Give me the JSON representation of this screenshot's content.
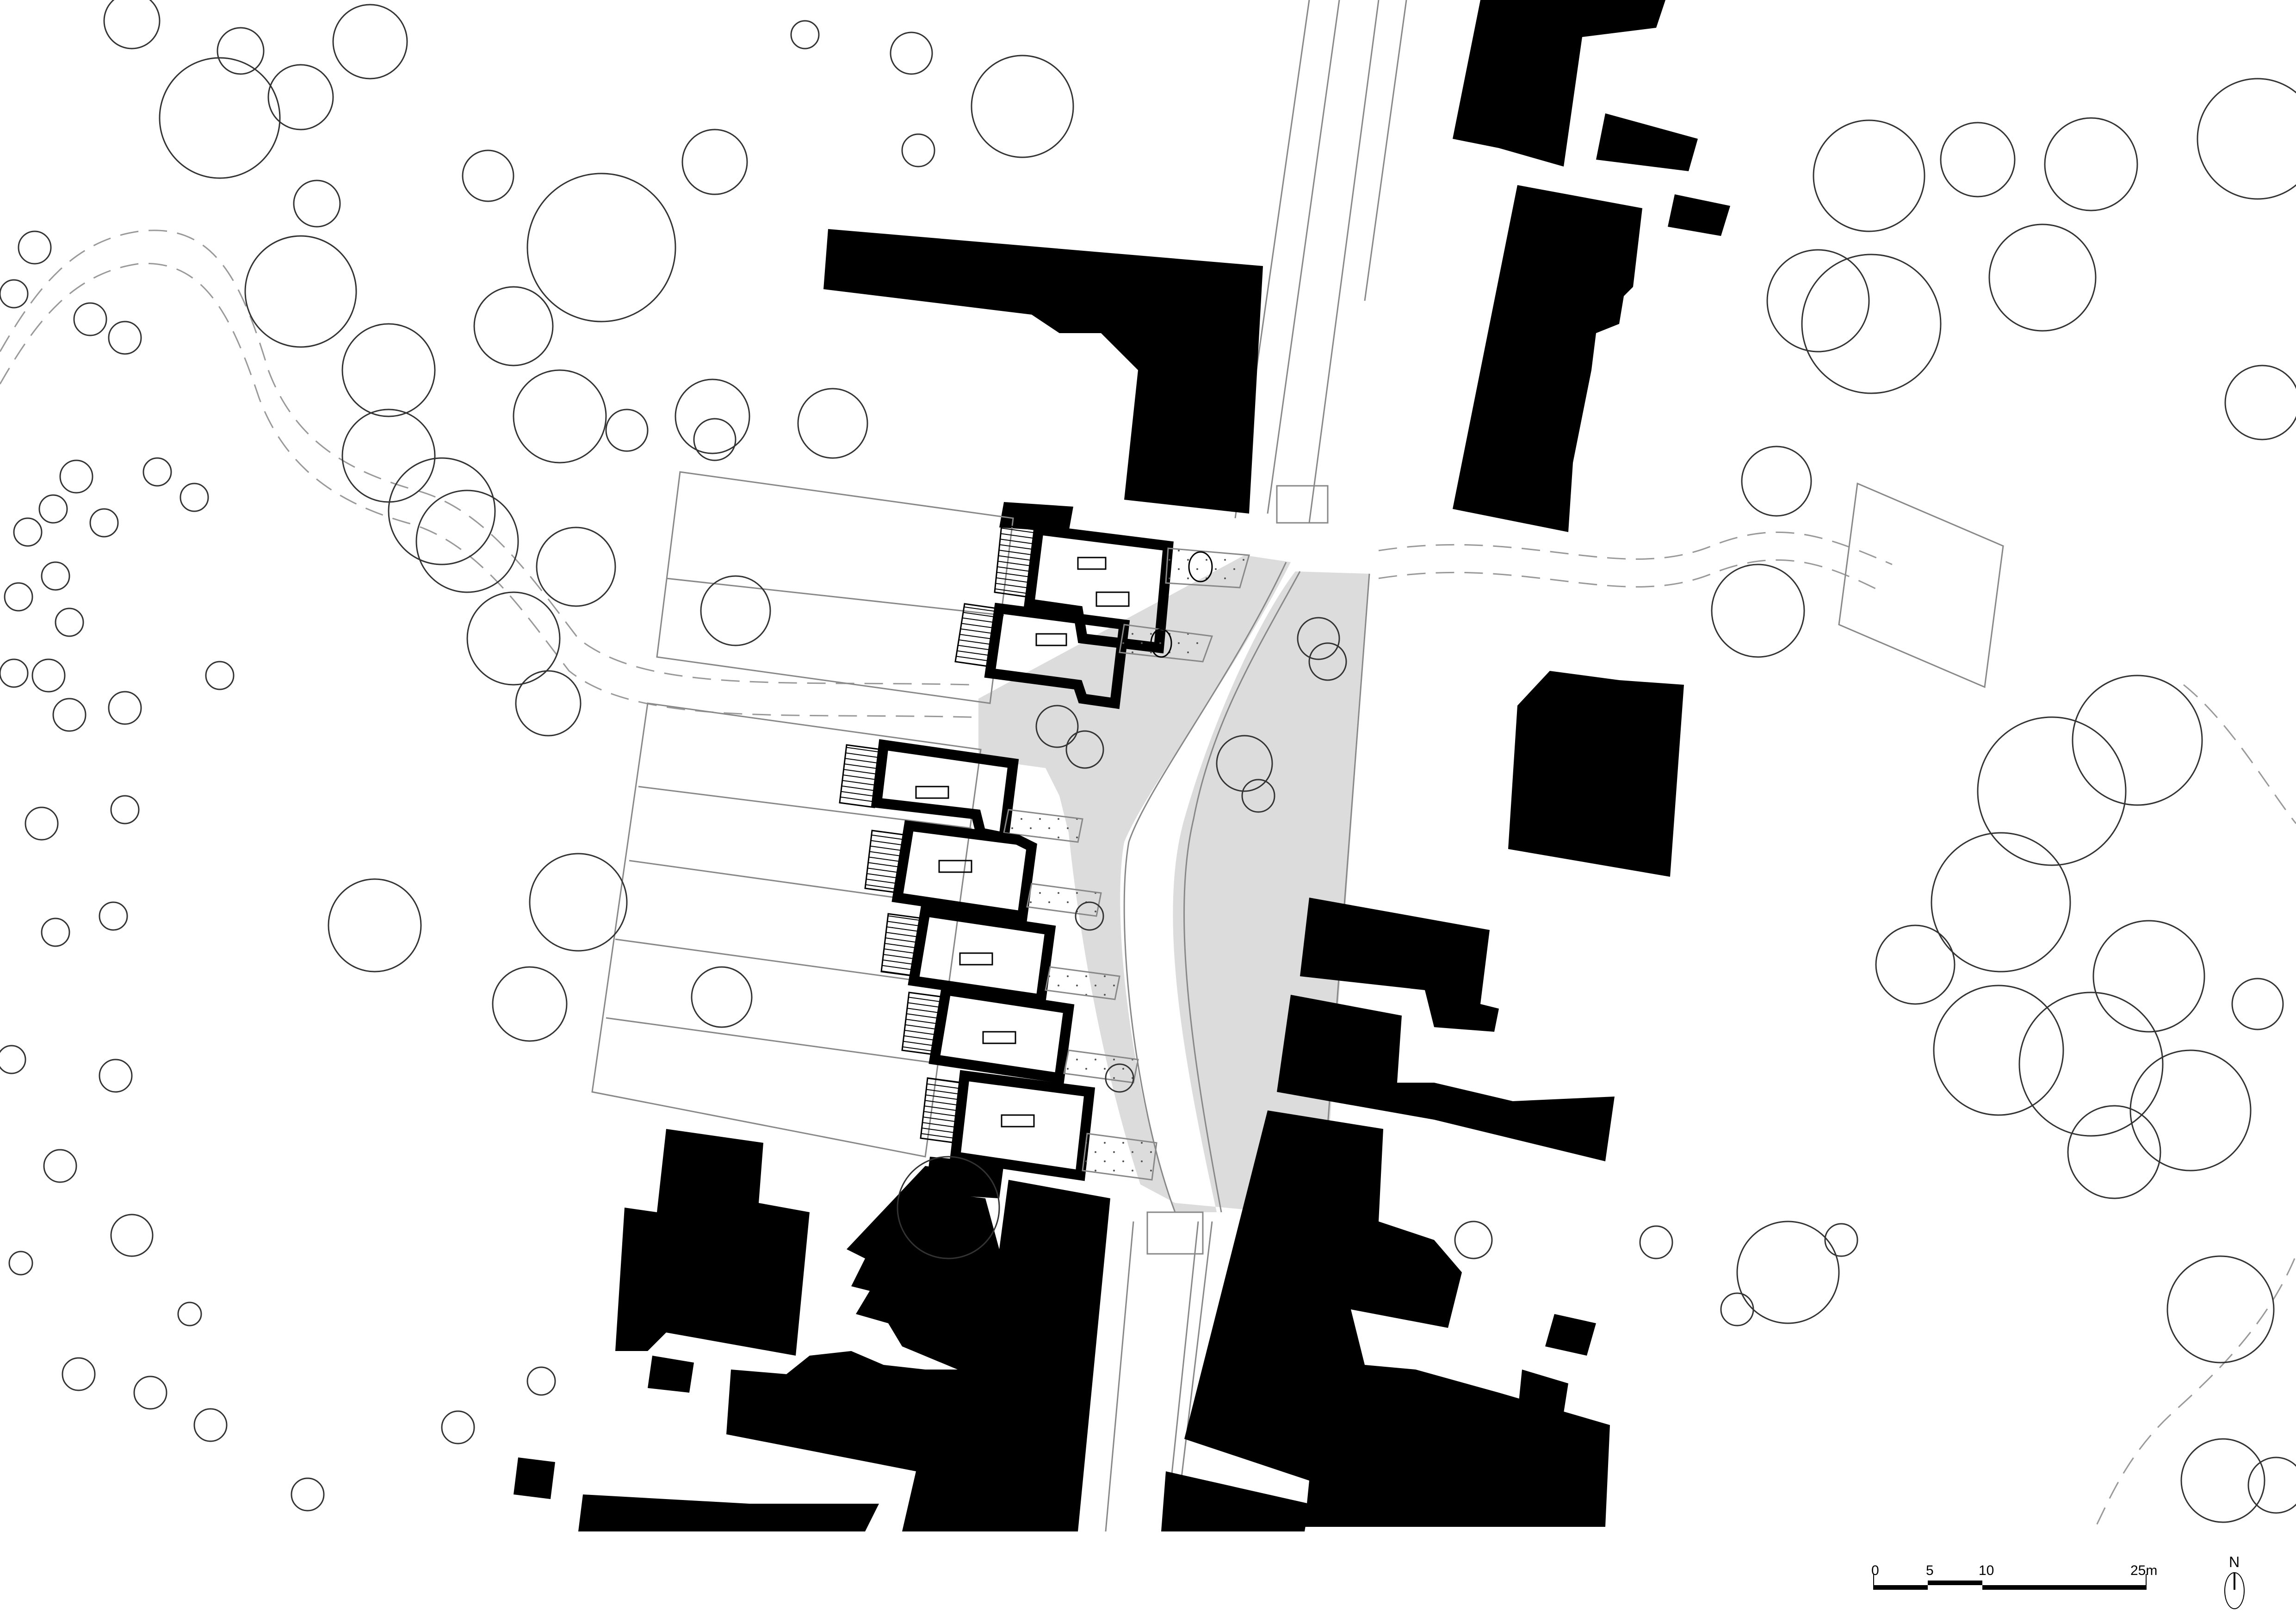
{
  "drawing": {
    "type": "architectural site plan",
    "scale_bar": {
      "labels": [
        "0",
        "5",
        "10",
        "25m"
      ],
      "unit": "m"
    },
    "north_arrow": {
      "label": "N"
    },
    "colors": {
      "buildings": "#000000",
      "plaza": "#dcdcdc",
      "lines": "#888888",
      "background": "#ffffff"
    },
    "elements": {
      "housing_units": 7,
      "streets": [
        "main street (N-S)",
        "curved access lane",
        "east-west footpath (dashed)"
      ],
      "plaza": "shared grey paved square between street and terrace houses"
    }
  }
}
